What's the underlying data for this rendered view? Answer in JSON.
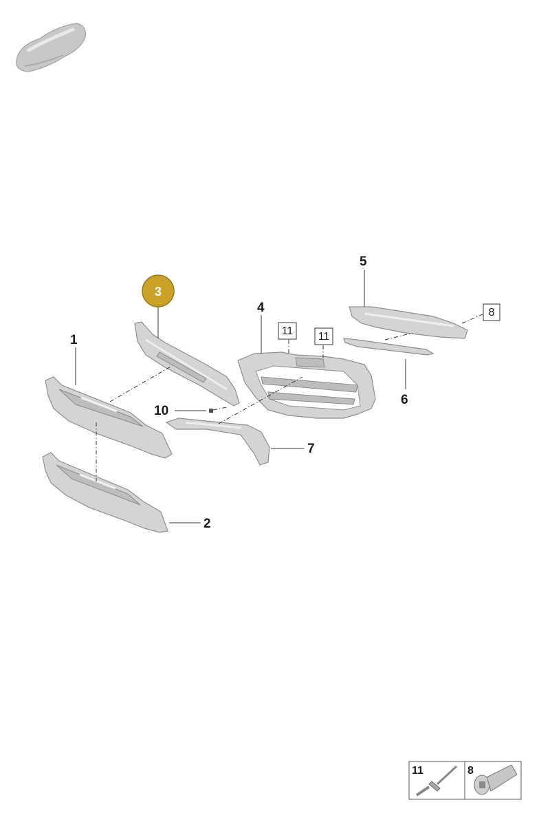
{
  "diagram": {
    "callouts": [
      {
        "id": "1",
        "label": "1"
      },
      {
        "id": "2",
        "label": "2"
      },
      {
        "id": "3",
        "label": "3"
      },
      {
        "id": "4",
        "label": "4"
      },
      {
        "id": "5",
        "label": "5"
      },
      {
        "id": "6",
        "label": "6"
      },
      {
        "id": "7",
        "label": "7"
      },
      {
        "id": "8",
        "label": "8"
      },
      {
        "id": "10",
        "label": "10"
      },
      {
        "id": "11a",
        "label": "11"
      },
      {
        "id": "11b",
        "label": "11"
      }
    ],
    "highlight_color": "#c9a227"
  },
  "legend": {
    "items": [
      {
        "label": "11"
      },
      {
        "label": "8"
      }
    ]
  }
}
